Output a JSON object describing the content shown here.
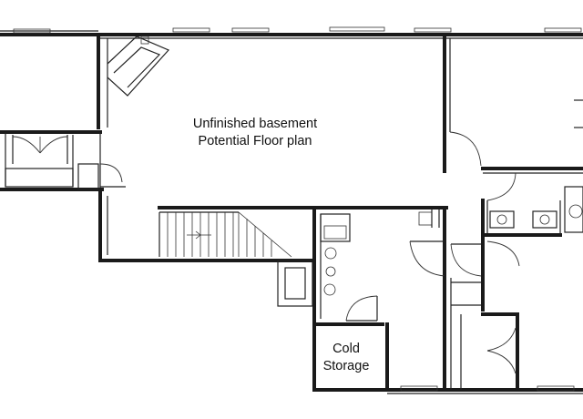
{
  "labels": {
    "main_area_line1": "Unfinished basement",
    "main_area_line2": "Potential Floor plan",
    "cold_storage_line1": "Cold",
    "cold_storage_line2": "Storage"
  },
  "colors": {
    "background": "#ffffff",
    "wall": "#1a1a1a",
    "line": "#333333"
  }
}
